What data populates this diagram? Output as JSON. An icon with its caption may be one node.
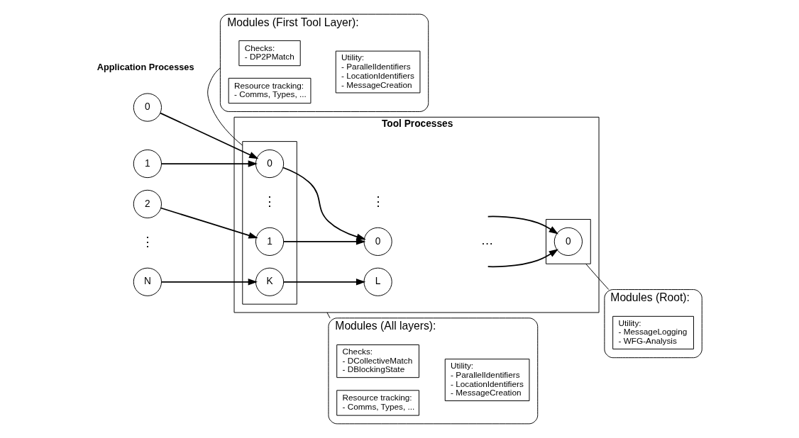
{
  "diagram": {
    "nodes": [
      {
        "text": [
          "Tool Processes"
        ]
      },
      {
        "text": [],
        "shape": "box",
        "in": 0
      },
      {
        "text": [],
        "shape": "box",
        "in": 0
      },
      {
        "text": [
          "0"
        ]
      },
      {
        "text": [
          "1"
        ]
      },
      {
        "text": [
          "2"
        ]
      },
      {
        "text": [
          "N"
        ]
      },
      {
        "text": [
          "0"
        ],
        "in": 1
      },
      {
        "text": [
          "1"
        ],
        "in": 1
      },
      {
        "text": [
          "K"
        ],
        "in": 1
      },
      {
        "text": [
          "0"
        ],
        "in": 0
      },
      {
        "text": [
          "L"
        ],
        "in": 0
      },
      {
        "text": [
          "0"
        ],
        "in": 2
      },
      {
        "text": [
          "Modules (Root):"
        ]
      },
      {
        "text": [
          "Utility:",
          "- MessageLogging",
          "- WFG-Analysis"
        ],
        "in": 13
      },
      {
        "text": [
          "Modules (First Tool Layer):"
        ]
      },
      {
        "text": [
          "Checks:",
          "- DP2PMatch"
        ],
        "in": 15
      },
      {
        "text": [
          "Resource tracking:",
          "- Comms, Types, ..."
        ],
        "in": 15
      },
      {
        "text": [
          "Utility:",
          "- ParallelIdentifiers",
          "- LocationIdentifiers",
          "- MessageCreation"
        ],
        "in": 15
      },
      {
        "text": [
          "Modules (All layers):"
        ]
      },
      {
        "text": [
          "Checks:",
          "- DCollectiveMatch",
          "- DBlockingState"
        ],
        "in": 19
      },
      {
        "text": [
          "Resource tracking:",
          "- Comms, Types, ..."
        ],
        "in": 19
      },
      {
        "text": [
          "Utility:",
          "- ParallelIdentifiers",
          "- LocationIdentifiers",
          "- MessageCreation"
        ],
        "in": 19
      }
    ],
    "edges": [
      {
        "from": 3,
        "to": 7,
        "arrow": "to"
      },
      {
        "from": 4,
        "to": 7,
        "arrow": "to"
      },
      {
        "from": 5,
        "to": 8,
        "arrow": "to"
      },
      {
        "from": 6,
        "to": 9,
        "arrow": "to"
      },
      {
        "from": 7,
        "to": 10,
        "arrow": "to"
      },
      {
        "from": 8,
        "to": 10,
        "arrow": "to"
      },
      {
        "from": 9,
        "to": 11,
        "arrow": "to"
      },
      {
        "from": null,
        "to": 12,
        "arrow": "to"
      },
      {
        "from": null,
        "to": 12,
        "arrow": "to"
      },
      {
        "from": 13,
        "to": 2,
        "arrow": "none"
      },
      {
        "from": 15,
        "to": 1,
        "arrow": "none"
      },
      {
        "from": 19,
        "to": 0,
        "arrow": "none"
      }
    ],
    "labels": [
      "Application Processes",
      "⋮",
      "⋮",
      "⋮",
      "…"
    ]
  }
}
